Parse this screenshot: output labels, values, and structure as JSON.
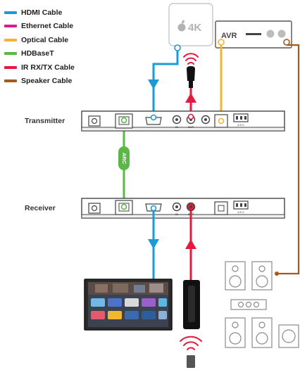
{
  "legend": [
    {
      "label": "HDMI Cable",
      "color": "#1a9bd7"
    },
    {
      "label": "Ethernet Cable",
      "color": "#e0198c"
    },
    {
      "label": "Optical Cable",
      "color": "#f5b335"
    },
    {
      "label": "HDBaseT",
      "color": "#5bb846"
    },
    {
      "label": "IR RX/TX Cable",
      "color": "#e21b3c"
    },
    {
      "label": "Speaker Cable",
      "color": "#a35a1b"
    }
  ],
  "devices": {
    "transmitter_label": "Transmitter",
    "receiver_label": "Receiver",
    "source_label": "4K",
    "avr_label": "AVR",
    "arc_label": "ARC",
    "ir_in_label": "IN",
    "ir_out_label": "OUT",
    "terminal_labels": "A  B  G"
  },
  "colors": {
    "hdmi": "#1a9bd7",
    "hdbaset": "#5bb846",
    "optical": "#f5b335",
    "ir": "#e21b3c",
    "speaker": "#a35a1b",
    "device_stroke": "#444444"
  }
}
